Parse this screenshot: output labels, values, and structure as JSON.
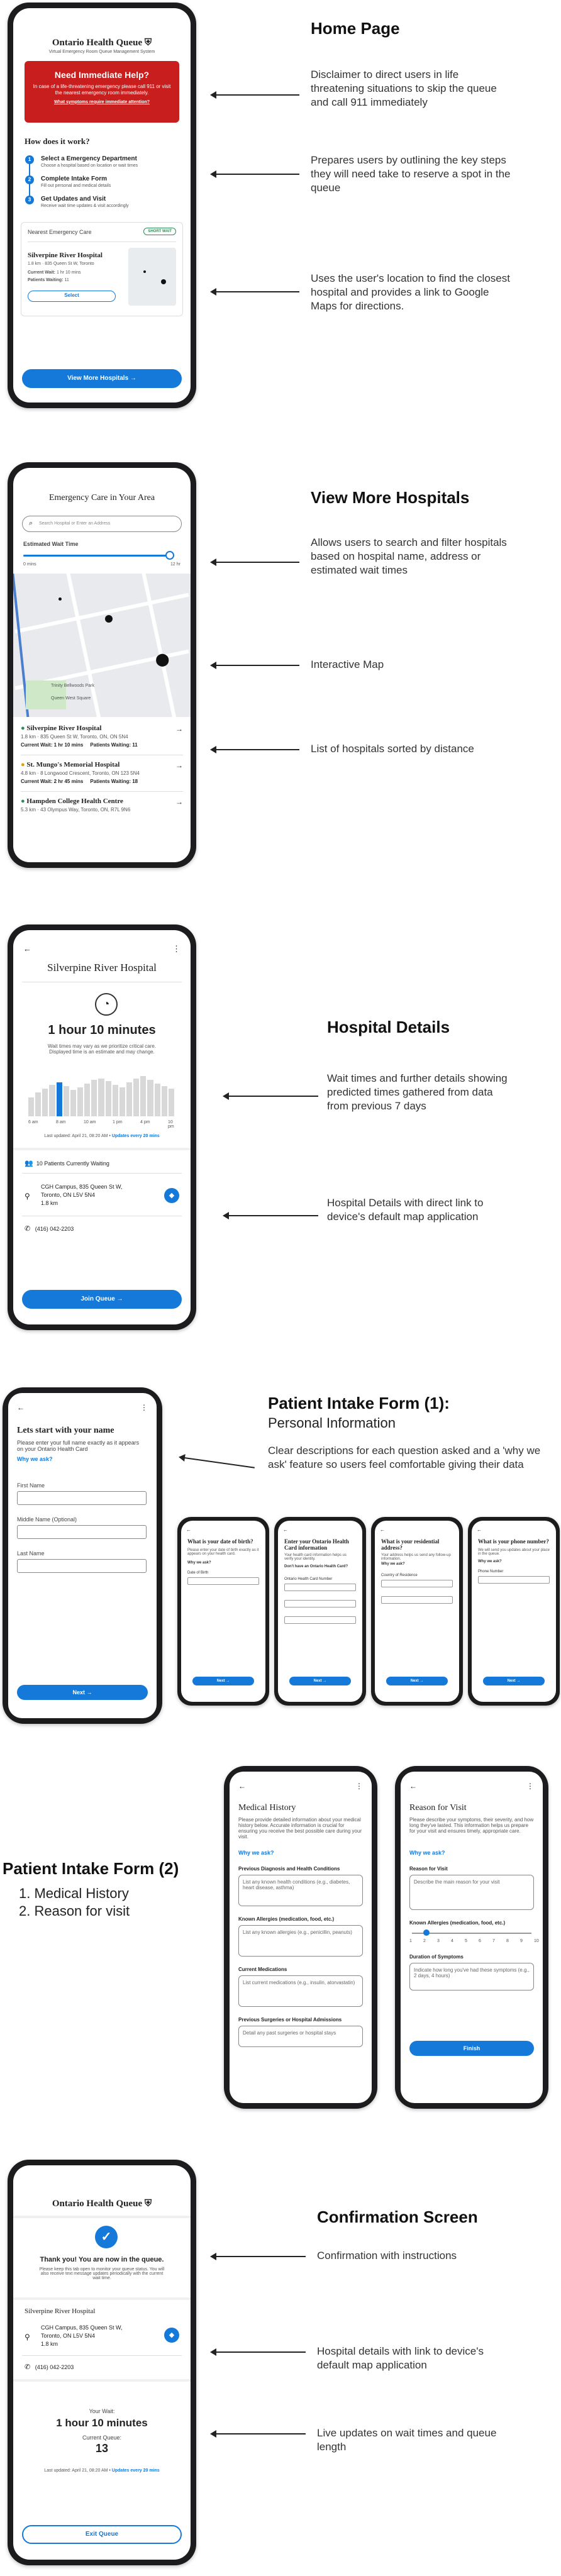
{
  "home": {
    "section_title": "Home Page",
    "annotations": [
      "Disclaimer to direct users in life threatening situations to skip the queue and call 911 immediately",
      "Prepares users by outlining the key steps they will need take to reserve a spot in the queue",
      "Uses the user's location to find the closest hospital and provides a link to Google Maps for directions."
    ],
    "app_title": "Ontario Health Queue",
    "app_subtitle": "Virtual Emergency Room Queue Management System",
    "alert": {
      "title": "Need Immediate Help?",
      "body": "In case of a life-threatening emergency please call 911 or visit the nearest emergency room immediately.",
      "link": "What symptoms require immediate attention?"
    },
    "how_title": "How does it work?",
    "steps": [
      {
        "num": "1",
        "title": "Select a Emergency Department",
        "desc": "Choose a hospital based on location or wait times"
      },
      {
        "num": "2",
        "title": "Complete Intake Form",
        "desc": "Fill out personal and medical details"
      },
      {
        "num": "3",
        "title": "Get Updates and Visit",
        "desc": "Receive wait time updates & visit accordingly"
      }
    ],
    "nearest_label": "Nearest Emergency Care",
    "shortest_badge": "SHORT WAIT",
    "nearest": {
      "name": "Silverpine River Hospital",
      "addr": "1.8 km · 835 Queen St W, Toronto",
      "wait_label": "Current Wait:",
      "wait_value": "1 hr 10 mins",
      "patients_label": "Patients Waiting:",
      "patients_value": "11",
      "select_label": "Select"
    },
    "view_more_label": "View More Hospitals  →"
  },
  "view_more": {
    "section_title": "View More Hospitals",
    "annotations": [
      "Allows users to search and filter hospitals based on hospital name, address or estimated wait times",
      "Interactive Map",
      "List of hospitals sorted by distance"
    ],
    "screen_title": "Emergency Care in Your Area",
    "search_placeholder": "Search Hospital or Enter an Address",
    "wait_label": "Estimated Wait Time",
    "slider_value": 1.0,
    "slider_min": "0 mins",
    "slider_max": "12 hr",
    "map_label": "Trinity Bellwoods Park",
    "map_label2": "Queen West Square",
    "hospitals": [
      {
        "name": "Silverpine River Hospital",
        "addr": "1.8 km · 835 Queen St W, Toronto, ON, ON 5N4",
        "wait": "Current Wait: 1 hr 10 mins",
        "patients": "Patients Waiting: 11"
      },
      {
        "name": "St. Mungo's Memorial Hospital",
        "addr": "4.8 km · 8 Longwood Crescent, Toronto, ON 123 5N4",
        "wait": "Current Wait: 2 hr 45 mins",
        "patients": "Patients Waiting: 18"
      },
      {
        "name": "Hampden College Health Centre",
        "addr": "5.3 km · 43 Olympus Way, Toronto, ON, R7L 9N6",
        "wait": "",
        "patients": ""
      }
    ]
  },
  "details": {
    "section_title": "Hospital Details",
    "annotations": [
      "Wait times and further details showing predicted times gathered from data from previous 7 days",
      "Hospital Details with direct link to device's default map application"
    ],
    "screen_title": "Silverpine River Hospital",
    "wait_time": "1 hour 10 minutes",
    "disclaimer": "Wait times may vary as we prioritize critical care. Displayed time is an estimate and may change.",
    "chart_labels": [
      "6 am",
      "8 am",
      "10 am",
      "1 pm",
      "4 pm",
      "10 pm"
    ],
    "updated": "Last updated: April 21, 08:20 AM •",
    "updated_link": "Updates every 20 mins",
    "patients": "10 Patients Currently Waiting",
    "address_lines": [
      "CGH Campus, 835 Queen St W,",
      "Toronto, ON L5V 5N4",
      "1.8 km"
    ],
    "phone": "(416) 042-2203",
    "join_label": "Join Queue  →"
  },
  "intake1": {
    "section_title": "Patient Intake Form (1):",
    "section_sub": "Personal Information",
    "annotation": "Clear descriptions for each question asked and a 'why we ask' feature so users feel comfortable giving their data",
    "title": "Lets start with your name",
    "desc": "Please enter your full name exactly as it appears on your Ontario Health Card",
    "why": "Why we ask?",
    "first": "First Name",
    "middle": "Middle Name (Optional)",
    "last": "Last Name",
    "next": "Next  →",
    "minis": [
      {
        "title": "What is your date of birth?",
        "desc": "Please enter your date of birth exactly as it appears on your health card.",
        "why": "Why we ask?",
        "field": "Date of Birth"
      },
      {
        "title": "Enter your Ontario Health Card information",
        "desc": "Your health card information helps us verify your identity.",
        "why": "Don't have an Ontario Health Card?",
        "field": "Ontario Health Card Number"
      },
      {
        "title": "What is your residential address?",
        "desc": "Your address helps us send any follow-up information.",
        "why": "Why we ask?",
        "field": "Country of Residence"
      },
      {
        "title": "What is your phone number?",
        "desc": "We will send you updates about your place in the queue.",
        "why": "Why we ask?",
        "field": "Phone Number"
      }
    ],
    "mini_next": "Next  →"
  },
  "intake2": {
    "section_title": "Patient Intake Form (2)",
    "list": [
      "1. Medical History",
      "2. Reason for visit"
    ],
    "medical": {
      "title": "Medical History",
      "desc": "Please provide detailed information about your medical history below. Accurate information is crucial for ensuring you receive the best possible care during your visit.",
      "why": "Why we ask?",
      "q1": "Previous Diagnosis and Health Conditions",
      "p1": "List any known health conditions (e.g., diabetes, heart disease, asthma)",
      "q2": "Known Allergies (medication, food, etc.)",
      "p2": "List any known allergies (e.g., penicillin, peanuts)",
      "q3": "Current Medications",
      "p3": "List current medications (e.g., insulin, atorvastatin)",
      "q4": "Previous Surgeries or Hospital Admissions",
      "p4": "Detail any past surgeries or hospital stays"
    },
    "reason": {
      "title": "Reason for Visit",
      "desc": "Please describe your symptoms, their severity, and how long they've lasted. This information helps us prepare for your visit and ensures timely, appropriate care.",
      "why": "Why we ask?",
      "q1": "Reason for Visit",
      "p1": "Describe the main reason for your visit",
      "q2": "Known Allergies (medication, food, etc.)",
      "scale": [
        "1",
        "2",
        "3",
        "4",
        "5",
        "6",
        "7",
        "8",
        "9",
        "10"
      ],
      "scale_value": 0.1,
      "q3": "Duration of Symptoms",
      "p3": "Indicate how long you've had these symptoms (e.g., 2 days, 4 hours)",
      "finish": "Finish"
    }
  },
  "confirm": {
    "section_title": "Confirmation Screen",
    "annotations": [
      "Confirmation with instructions",
      "Hospital details with link to device's default map application",
      "Live updates on wait times and queue length"
    ],
    "app_title": "Ontario Health Queue",
    "thanks": "Thank you! You are now in the queue.",
    "thanks_desc": "Please keep this tab open to monitor your queue status. You will also receive text message updates periodically with the current wait time.",
    "hospital": "Silverpine River Hospital",
    "address_lines": [
      "CGH Campus, 835 Queen St W,",
      "Toronto, ON L5V 5N4",
      "1.8 km"
    ],
    "phone": "(416) 042-2203",
    "your_wait": "Your Wait:",
    "wait_value": "1 hour 10 minutes",
    "queue_label": "Current Queue:",
    "queue_value": "13",
    "updated": "Last updated: April 21, 08:20 AM •",
    "updated_link": "Updates every 20 mins",
    "exit": "Exit Queue"
  },
  "colors": {
    "accent": "#1479d8",
    "alert": "#c81e1e",
    "green_badge": "#2e8b57"
  }
}
